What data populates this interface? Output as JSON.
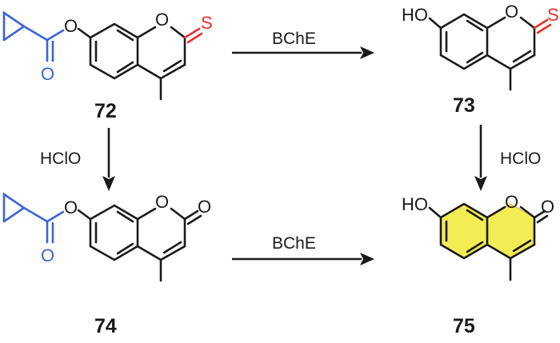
{
  "compounds": {
    "c72": {
      "label": "72",
      "ester_O": "O",
      "ring_O": "O",
      "carbonyl_O": "O",
      "thione_S": "S"
    },
    "c73": {
      "label": "73",
      "hydroxyl": "HO",
      "ring_O": "O",
      "thione_S": "S"
    },
    "c74": {
      "label": "74",
      "ester_O": "O",
      "ring_O": "O",
      "carbonyl_O": "O",
      "lactone_O": "O"
    },
    "c75": {
      "label": "75",
      "hydroxyl": "HO",
      "ring_O": "O",
      "lactone_O": "O"
    }
  },
  "arrows": {
    "top": {
      "reagent": "BChE"
    },
    "bottom": {
      "reagent": "BChE"
    },
    "left": {
      "reagent": "HClO"
    },
    "right": {
      "reagent": "HClO"
    }
  },
  "colors": {
    "ester_group": "#3b63d6",
    "thione": "#e8302b",
    "highlight": "#f2ec55"
  }
}
